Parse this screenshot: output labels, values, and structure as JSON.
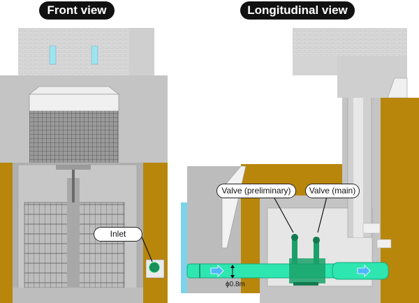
{
  "titles": {
    "front": "Front view",
    "longitudinal": "Longitudinal view"
  },
  "callouts": {
    "inlet": "Inlet",
    "valve_preliminary": "Valve (preliminary)",
    "valve_main": "Valve (main)"
  },
  "pipe_diameter": "ϕ0.8m",
  "colors": {
    "soil": "#b8860b",
    "concrete": "#c8c8c8",
    "concrete_dark": "#a8a8a8",
    "building": "#d8d8d8",
    "water": "#7dd3ea",
    "pipe": "#2ee6b0",
    "valve": "#1aa16a",
    "flow_arrow": "#4fb4ff"
  },
  "icons": {
    "flow": "flow-arrow-icon"
  }
}
